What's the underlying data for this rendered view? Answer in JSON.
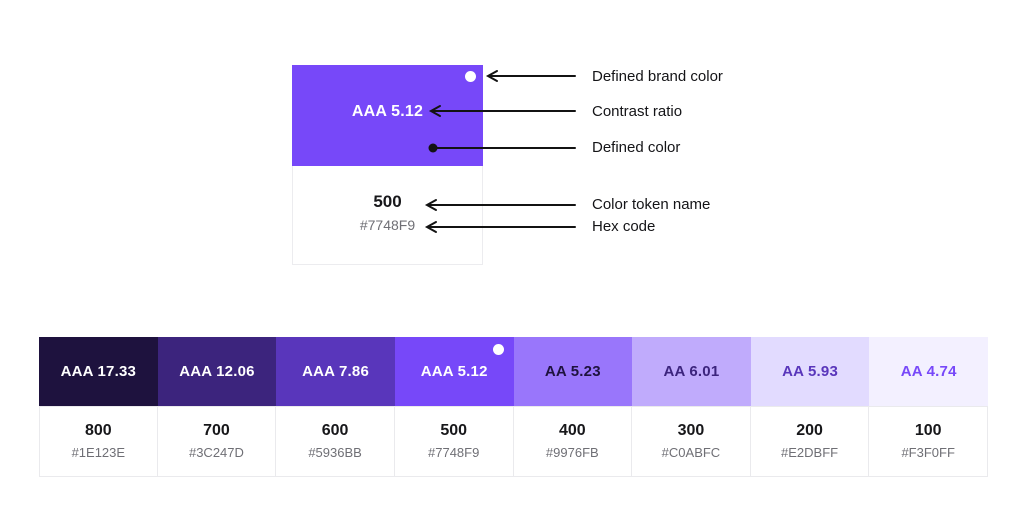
{
  "brand_accent": "#7748F9",
  "annotation_arrow_color": "#131313",
  "anatomy": {
    "card": {
      "swatch_color": "#7748F9",
      "contrast_label": "AAA 5.12",
      "token_name": "500",
      "hex_code": "#7748F9",
      "has_brand_dot": true
    },
    "labels": [
      {
        "text": "Defined brand color"
      },
      {
        "text": "Contrast ratio"
      },
      {
        "text": "Defined color"
      },
      {
        "text": "Color token name"
      },
      {
        "text": "Hex code"
      }
    ]
  },
  "palette": {
    "swatches": [
      {
        "contrast": "AAA 17.33",
        "token": "800",
        "hex": "#1E123E",
        "text_color": "#FFFFFF",
        "brand": false
      },
      {
        "contrast": "AAA 12.06",
        "token": "700",
        "hex": "#3C247D",
        "text_color": "#FFFFFF",
        "brand": false
      },
      {
        "contrast": "AAA 7.86",
        "token": "600",
        "hex": "#5936BB",
        "text_color": "#FFFFFF",
        "brand": false
      },
      {
        "contrast": "AAA 5.12",
        "token": "500",
        "hex": "#7748F9",
        "text_color": "#FFFFFF",
        "brand": true
      },
      {
        "contrast": "AA 5.23",
        "token": "400",
        "hex": "#9976FB",
        "text_color": "#1E123E",
        "brand": false
      },
      {
        "contrast": "AA 6.01",
        "token": "300",
        "hex": "#C0ABFC",
        "text_color": "#3C247D",
        "brand": false
      },
      {
        "contrast": "AA 5.93",
        "token": "200",
        "hex": "#E2DBFF",
        "text_color": "#5936BB",
        "brand": false
      },
      {
        "contrast": "AA 4.74",
        "token": "100",
        "hex": "#F3F0FF",
        "text_color": "#7748F9",
        "brand": false
      }
    ]
  }
}
